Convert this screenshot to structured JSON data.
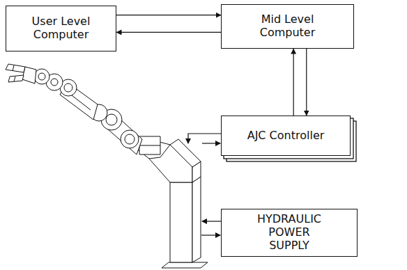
{
  "diagram": {
    "nodes": [
      {
        "text": [
          "User Level Computer"
        ]
      },
      {
        "text": [
          "Mid Level Computer"
        ]
      },
      {
        "text": [
          "AJC Controller"
        ]
      },
      {
        "text": [
          "HYDRAULIC POWER SUPPLY"
        ]
      }
    ],
    "edges": [
      {
        "from": 0,
        "to": 1,
        "arrow": "to"
      },
      {
        "from": 1,
        "to": 0,
        "arrow": "to"
      },
      {
        "from": 2,
        "to": 1,
        "arrow": "to"
      },
      {
        "from": 1,
        "to": 2,
        "arrow": "to"
      }
    ]
  }
}
